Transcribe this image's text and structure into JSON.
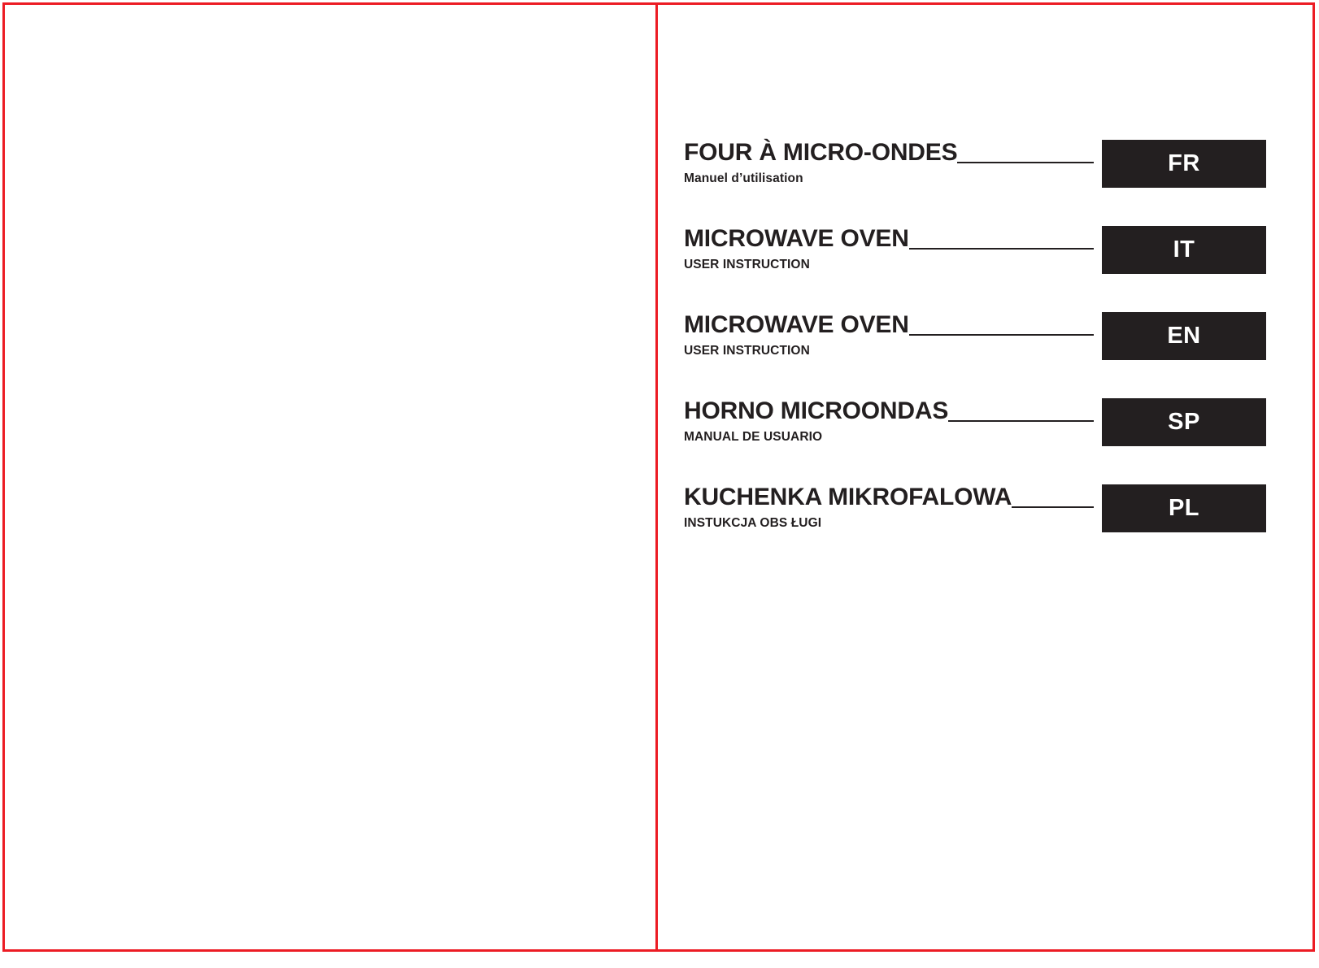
{
  "page": {
    "border_color": "#ec1c24",
    "ink_color": "#231f20",
    "background": "#ffffff"
  },
  "languages": [
    {
      "title": "FOUR À MICRO-ONDES",
      "subtitle": "Manuel d’utilisation",
      "code": "FR"
    },
    {
      "title": "MICROWAVE OVEN",
      "subtitle": "USER INSTRUCTION",
      "code": "IT"
    },
    {
      "title": "MICROWAVE OVEN",
      "subtitle": "USER INSTRUCTION",
      "code": "EN"
    },
    {
      "title": "HORNO MICROONDAS",
      "subtitle": "MANUAL DE USUARIO",
      "code": "SP"
    },
    {
      "title": "KUCHENKA MIKROFALOWA",
      "subtitle": "INSTUKCJA OBS ŁUGI",
      "code": "PL"
    }
  ]
}
